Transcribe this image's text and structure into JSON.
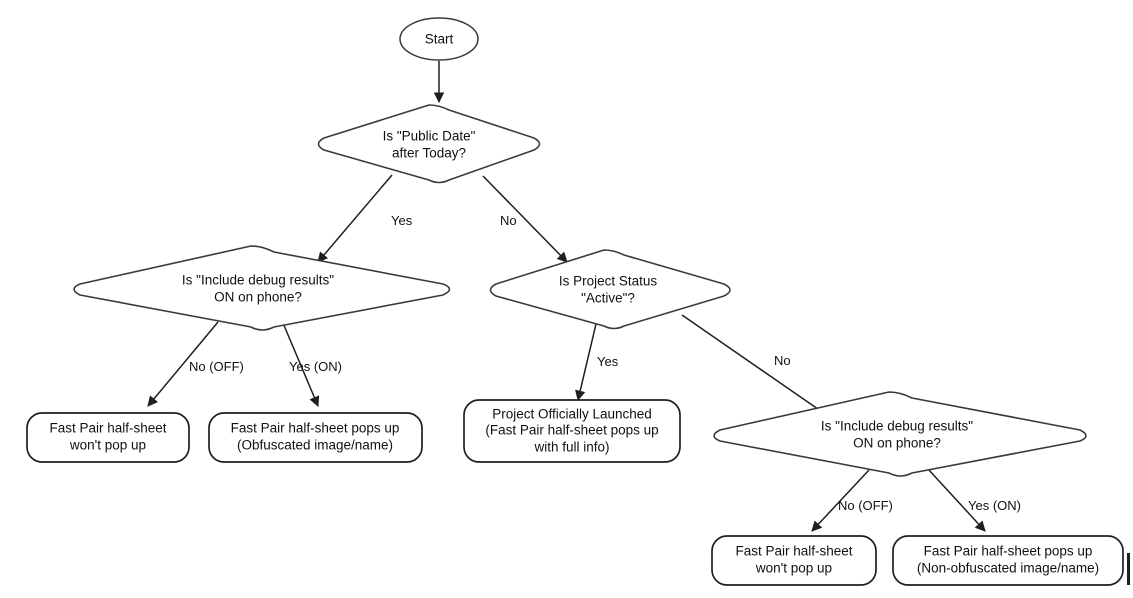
{
  "diagram": {
    "title": "Fast Pair half-sheet visibility decision flow",
    "colors": {
      "background": "#ffffff",
      "shape_stroke": "#3a3a3a",
      "terminal_stroke": "#1f1f1f",
      "edge_stroke": "#1f1f1f",
      "text": "#111111"
    },
    "nodes": [
      {
        "id": "start",
        "type": "terminator-ellipse",
        "lines": [
          "Start"
        ]
      },
      {
        "id": "public-date",
        "type": "decision",
        "lines": [
          "Is \"Public Date\"",
          "after Today?"
        ]
      },
      {
        "id": "debug-left",
        "type": "decision",
        "lines": [
          "Is \"Include debug results\"",
          "ON on phone?"
        ]
      },
      {
        "id": "project-status",
        "type": "decision",
        "lines": [
          "Is Project Status",
          "\"Active\"?"
        ]
      },
      {
        "id": "no-popup-left",
        "type": "terminal",
        "lines": [
          "Fast Pair half-sheet",
          "won't pop up"
        ]
      },
      {
        "id": "obfuscated",
        "type": "terminal",
        "lines": [
          "Fast Pair half-sheet pops up",
          "(Obfuscated image/name)"
        ]
      },
      {
        "id": "launched",
        "type": "terminal",
        "lines": [
          "Project Officially Launched",
          "(Fast Pair half-sheet pops up",
          "with full info)"
        ]
      },
      {
        "id": "debug-right",
        "type": "decision",
        "lines": [
          "Is \"Include debug results\"",
          "ON on phone?"
        ]
      },
      {
        "id": "no-popup-right",
        "type": "terminal",
        "lines": [
          "Fast Pair half-sheet",
          "won't pop up"
        ]
      },
      {
        "id": "non-obfuscated",
        "type": "terminal",
        "lines": [
          "Fast Pair half-sheet pops up",
          "(Non-obfuscated image/name)"
        ]
      }
    ],
    "edges": [
      {
        "id": "e-start-publicdate",
        "from": "start",
        "to": "public-date",
        "label": ""
      },
      {
        "id": "e-publicdate-yes",
        "from": "public-date",
        "to": "debug-left",
        "label": "Yes"
      },
      {
        "id": "e-publicdate-no",
        "from": "public-date",
        "to": "project-status",
        "label": "No"
      },
      {
        "id": "e-debugleft-no",
        "from": "debug-left",
        "to": "no-popup-left",
        "label": "No (OFF)"
      },
      {
        "id": "e-debugleft-yes",
        "from": "debug-left",
        "to": "obfuscated",
        "label": "Yes (ON)"
      },
      {
        "id": "e-status-yes",
        "from": "project-status",
        "to": "launched",
        "label": "Yes"
      },
      {
        "id": "e-status-no",
        "from": "project-status",
        "to": "debug-right",
        "label": "No"
      },
      {
        "id": "e-debugright-no",
        "from": "debug-right",
        "to": "no-popup-right",
        "label": "No (OFF)"
      },
      {
        "id": "e-debugright-yes",
        "from": "debug-right",
        "to": "non-obfuscated",
        "label": "Yes (ON)"
      }
    ],
    "labels": {
      "start": "Start",
      "public_date_l1": "Is \"Public Date\"",
      "public_date_l2": "after Today?",
      "debug_left_l1": "Is \"Include debug results\"",
      "debug_left_l2": "ON on phone?",
      "project_status_l1": "Is Project Status",
      "project_status_l2": "\"Active\"?",
      "no_popup_left_l1": "Fast Pair half-sheet",
      "no_popup_left_l2": "won't pop up",
      "obfuscated_l1": "Fast Pair half-sheet pops up",
      "obfuscated_l2": "(Obfuscated image/name)",
      "launched_l1": "Project Officially Launched",
      "launched_l2": "(Fast Pair half-sheet pops up",
      "launched_l3": "with full info)",
      "debug_right_l1": "Is \"Include debug results\"",
      "debug_right_l2": "ON on phone?",
      "no_popup_right_l1": "Fast Pair half-sheet",
      "no_popup_right_l2": "won't pop up",
      "non_obfuscated_l1": "Fast Pair half-sheet pops up",
      "non_obfuscated_l2": "(Non-obfuscated image/name)",
      "edge_yes": "Yes",
      "edge_no": "No",
      "edge_no_off_left": "No (OFF)",
      "edge_yes_on_left": "Yes (ON)",
      "edge_yes_status": "Yes",
      "edge_no_status": "No",
      "edge_no_off_right": "No (OFF)",
      "edge_yes_on_right": "Yes (ON)"
    }
  }
}
